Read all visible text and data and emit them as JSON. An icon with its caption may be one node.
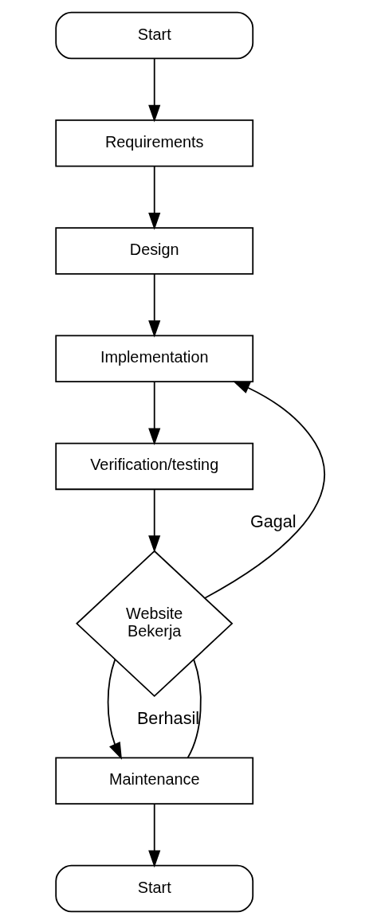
{
  "diagram": {
    "nodes": [
      {
        "text": [
          "Start"
        ]
      },
      {
        "text": [
          "Requirements"
        ]
      },
      {
        "text": [
          "Design"
        ]
      },
      {
        "text": [
          "Implementation"
        ]
      },
      {
        "text": [
          "Verification/testing"
        ]
      },
      {
        "text": [
          "Website Bekerja"
        ]
      },
      {
        "text": [
          "Maintenance"
        ]
      },
      {
        "text": [
          "Start"
        ]
      }
    ],
    "edges": [
      {
        "from": 0,
        "to": 1,
        "arrow": "to"
      },
      {
        "from": 1,
        "to": 2,
        "arrow": "to"
      },
      {
        "from": 2,
        "to": 3,
        "arrow": "to"
      },
      {
        "from": 3,
        "to": 4,
        "arrow": "to"
      },
      {
        "from": 4,
        "to": 5,
        "arrow": "to"
      },
      {
        "from": 5,
        "to": 3,
        "arrow": "to",
        "label": "Gagal"
      },
      {
        "from": 5,
        "to": 6,
        "arrow": "to"
      },
      {
        "from": 5,
        "to": 6,
        "arrow": "none",
        "label": "Berhasil"
      },
      {
        "from": 6,
        "to": 7,
        "arrow": "to"
      }
    ]
  }
}
